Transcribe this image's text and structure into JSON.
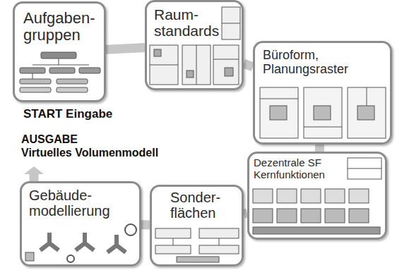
{
  "diagram": {
    "nodes": [
      {
        "text": [
          "Aufgaben- gruppen"
        ]
      },
      {
        "text": [
          "Raum- standards"
        ]
      },
      {
        "text": [
          "Büroform, Planungsraster"
        ]
      },
      {
        "text": [
          "Dezentrale SF Kernfunktionen"
        ]
      },
      {
        "text": [
          "Sonder- flächen"
        ]
      },
      {
        "text": [
          "Gebäude- modellierung"
        ]
      }
    ],
    "edges": [
      {
        "from": 0,
        "to": 1,
        "arrow": "none"
      },
      {
        "from": 1,
        "to": 2,
        "arrow": "none"
      },
      {
        "from": 2,
        "to": 3,
        "arrow": "none"
      },
      {
        "from": 3,
        "to": 4,
        "arrow": "none"
      },
      {
        "from": 4,
        "to": 5,
        "arrow": "none"
      }
    ],
    "labels": [
      "START Eingabe",
      "AUSGABE",
      "Virtuelles Volumenmodell"
    ]
  }
}
